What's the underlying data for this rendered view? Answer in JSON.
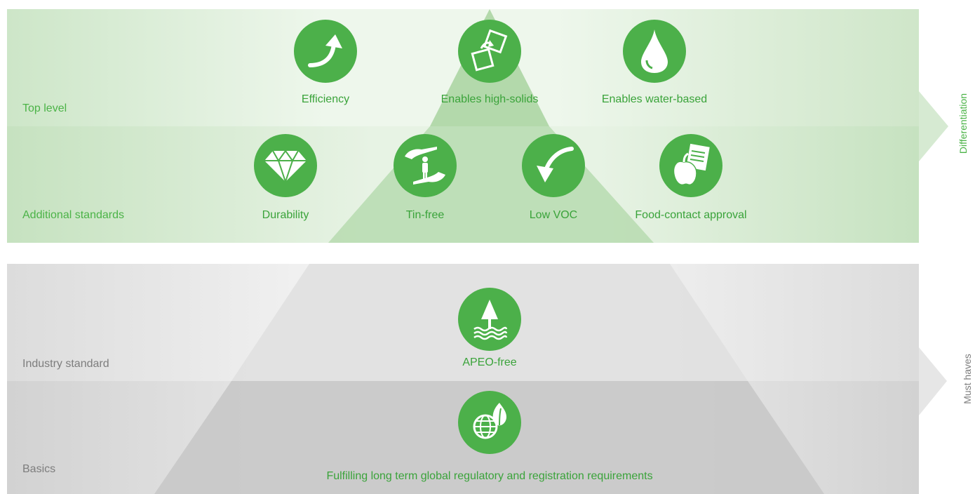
{
  "levels": {
    "top": "Top level",
    "additional": "Additional standards",
    "industry": "Industry standard",
    "basics": "Basics"
  },
  "side": {
    "differentiation": "Differentiation",
    "must_haves": "Must haves"
  },
  "items": {
    "efficiency": "Efficiency",
    "high_solids": "Enables high-solids",
    "water_based": "Enables water-based",
    "durability": "Durability",
    "tin_free": "Tin-free",
    "low_voc": "Low VOC",
    "food_contact": "Food-contact approval",
    "apeo_free": "APEO-free",
    "regulatory": "Fulfilling long term global regulatory and registration requirements"
  },
  "icons": {
    "efficiency": "upward-arrow-icon",
    "high_solids": "rotating-squares-icon",
    "water_based": "water-drop-icon",
    "durability": "diamond-icon",
    "tin_free": "hands-protecting-person-icon",
    "low_voc": "downward-arrow-icon",
    "food_contact": "apple-document-icon",
    "apeo_free": "tree-water-icon",
    "regulatory": "globe-leaf-icon"
  },
  "colors": {
    "accent_green": "#4cb04a",
    "label_green": "#3aa33a",
    "label_grey": "#7d7d7d"
  }
}
